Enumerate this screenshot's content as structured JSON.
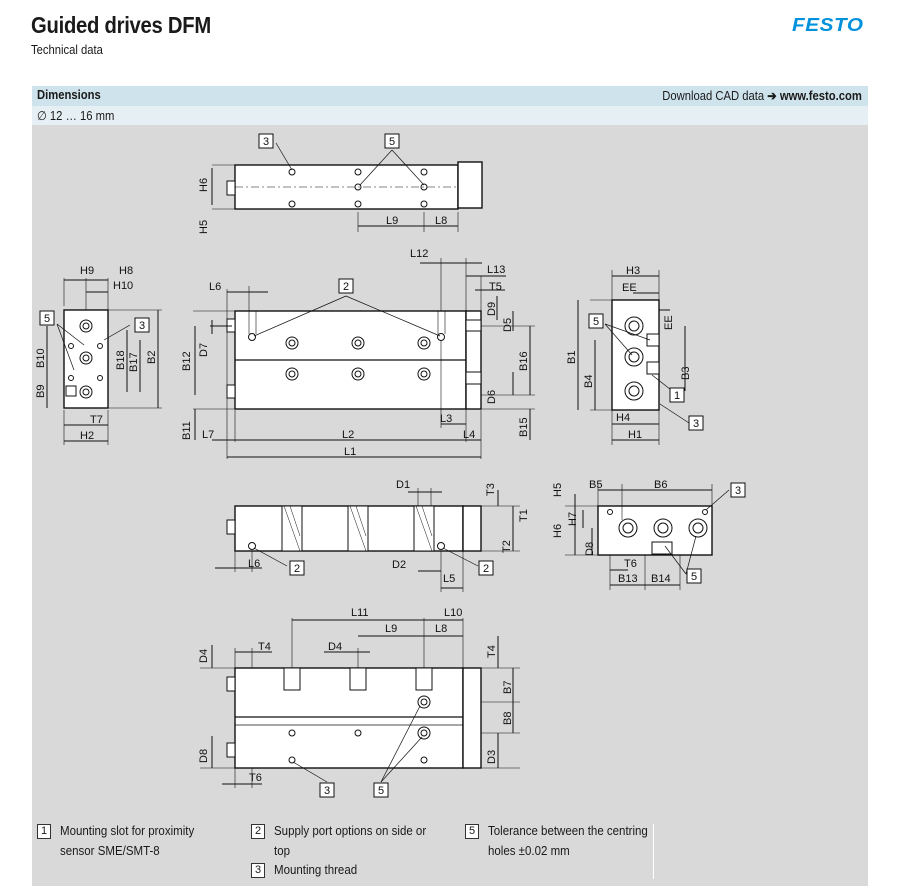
{
  "header": {
    "title": "Guided drives DFM",
    "subtitle": "Technical data",
    "brand": "FESTO",
    "brand_color": "#0091dc"
  },
  "section": {
    "title": "Dimensions",
    "download_prefix": "Download CAD data",
    "download_arrow": "➔",
    "download_site": "www.festo.com",
    "size_range": "∅ 12 … 16 mm"
  },
  "drawing": {
    "callouts": [
      "1",
      "2",
      "3",
      "5"
    ],
    "dimension_labels": [
      "H6",
      "H5",
      "L9",
      "L8",
      "H9",
      "H8",
      "H10",
      "L12",
      "L13",
      "T5",
      "L6",
      "D9",
      "D5",
      "D7",
      "B12",
      "B10",
      "B9",
      "B18",
      "B17",
      "B2",
      "B16",
      "D6",
      "B11",
      "B15",
      "L7",
      "L2",
      "L1",
      "L3",
      "L4",
      "T7",
      "H2",
      "H3",
      "EE",
      "B1",
      "B4",
      "B3",
      "H4",
      "H1",
      "D1",
      "T3",
      "T1",
      "T2",
      "D2",
      "L5",
      "B5",
      "B6",
      "H7",
      "D8",
      "T6",
      "B13",
      "B14",
      "L11",
      "L10",
      "T4",
      "D4",
      "B7",
      "B8",
      "D3"
    ]
  },
  "legend": [
    {
      "num": "1",
      "text_line1": "Mounting slot for proximity",
      "text_line2": "sensor SME/SMT-8"
    },
    {
      "num": "2",
      "text_line1": "Supply port options on side or",
      "text_line2": "top"
    },
    {
      "num": "3",
      "text_line1": "Mounting thread",
      "text_line2": ""
    },
    {
      "num": "5",
      "text_line1": "Tolerance between the centring",
      "text_line2": "holes ±0.02 mm"
    }
  ]
}
